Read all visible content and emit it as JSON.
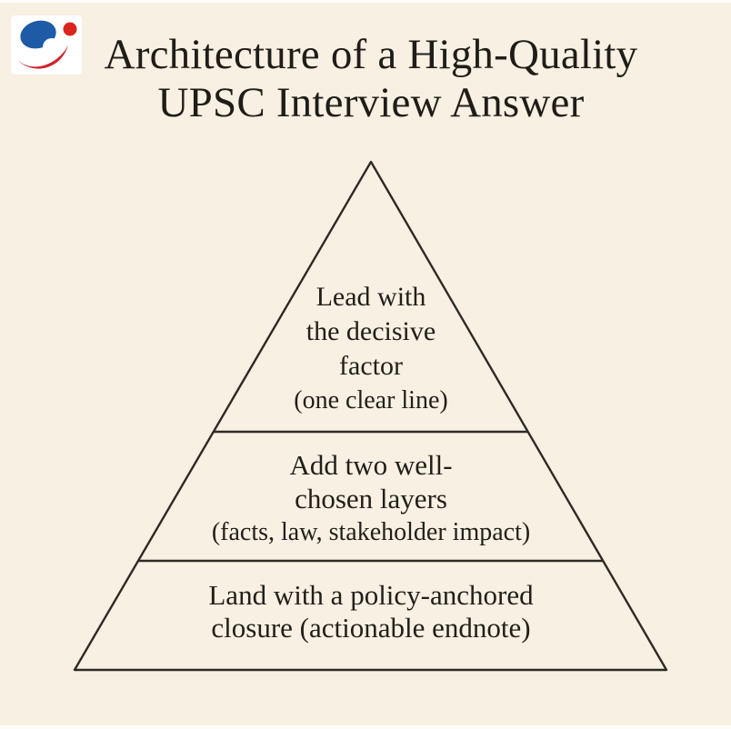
{
  "page": {
    "background": "#f7f0e3",
    "text_color": "#201d18"
  },
  "header": {
    "title_line1": "Architecture of a High-Quality",
    "title_line2": "UPSC Interview Answer"
  },
  "logo": {
    "background": "#ffffff",
    "blue": "#1e5ba6",
    "red": "#da251f"
  },
  "pyramid": {
    "outline_color": "#2e2a24",
    "tiers": [
      {
        "lines": [
          "Lead with",
          "the decisive",
          "factor",
          "(one clear line)"
        ]
      },
      {
        "lines": [
          "Add two well-",
          "chosen layers",
          "(facts, law, stakeholder impact)"
        ]
      },
      {
        "lines": [
          "Land with a policy-anchored",
          "closure (actionable endnote)"
        ]
      }
    ]
  }
}
